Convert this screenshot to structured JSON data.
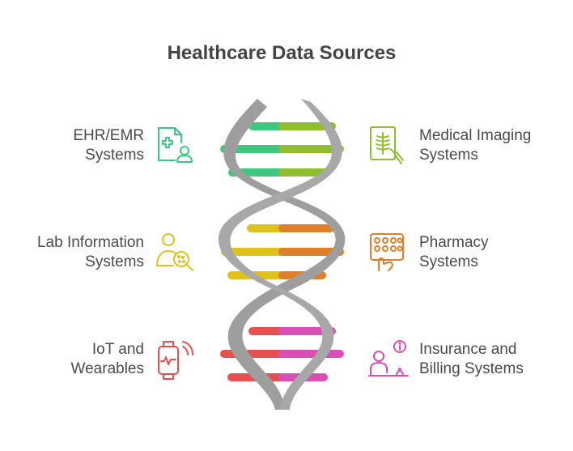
{
  "title": "Healthcare Data Sources",
  "sources": [
    {
      "side": "left",
      "line1": "EHR/EMR",
      "line2": "Systems",
      "icon": "medical-record-icon",
      "color": "#3ec77f"
    },
    {
      "side": "right",
      "line1": "Medical Imaging",
      "line2": "Systems",
      "icon": "xray-scan-icon",
      "color": "#8fbf2f"
    },
    {
      "side": "left",
      "line1": "Lab Information",
      "line2": "Systems",
      "icon": "lab-analysis-icon",
      "color": "#e0c21a"
    },
    {
      "side": "right",
      "line1": "Pharmacy",
      "line2": "Systems",
      "icon": "pill-pack-icon",
      "color": "#e07f2a"
    },
    {
      "side": "left",
      "line1": "IoT and",
      "line2": "Wearables",
      "icon": "smartwatch-icon",
      "color": "#e84f4f"
    },
    {
      "side": "right",
      "line1": "Insurance and",
      "line2": "Billing Systems",
      "icon": "billing-desk-icon",
      "color": "#d94fb3"
    }
  ],
  "colors": {
    "title": "#444444",
    "text": "#4a4a4a",
    "helix": "#9e9e9e",
    "green": "#3ec77f",
    "lime": "#8fbf2f",
    "yellow": "#e0c21a",
    "orange": "#e07f2a",
    "red": "#e84f4f",
    "pink": "#d94fb3"
  }
}
